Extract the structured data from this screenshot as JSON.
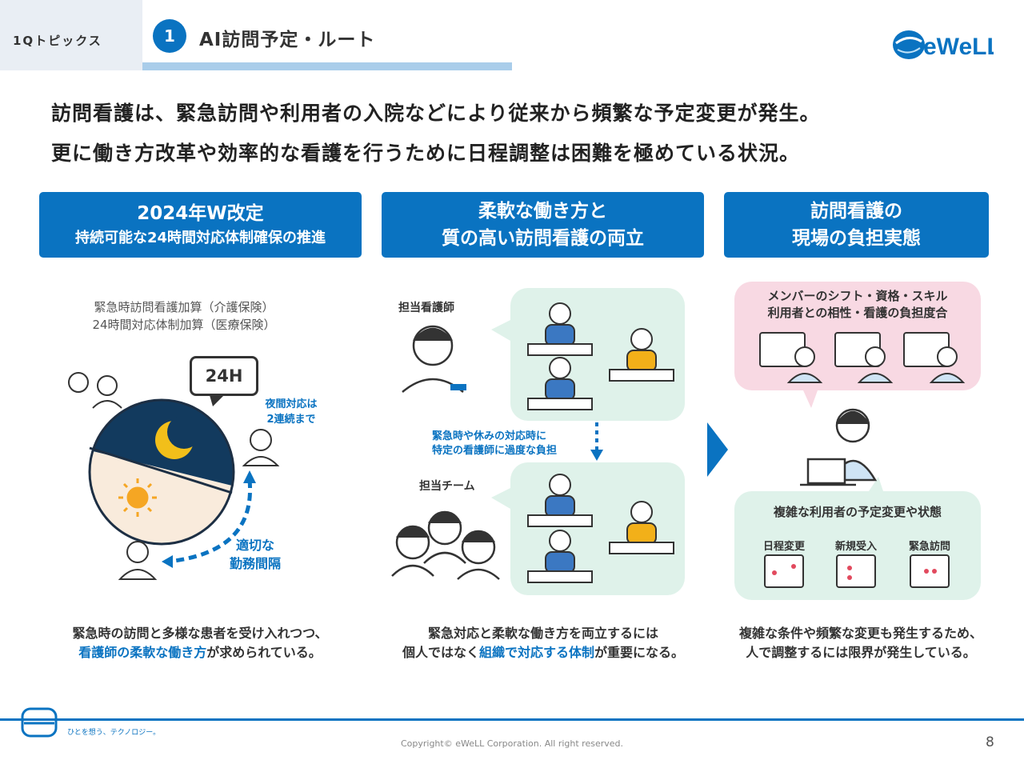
{
  "header": {
    "section_tab": "1Qトピックス",
    "topic_number": "1",
    "topic_title": "AI訪問予定・ルート",
    "logo_text": "eWeLL"
  },
  "lead": {
    "line1": "訪問看護は、緊急訪問や利用者の入院などにより従来から頻繁な予定変更が発生。",
    "line2": "更に働き方改革や効率的な看護を行うために日程調整は困難を極めている状況。"
  },
  "columns": [
    {
      "banner_line1": "2024年W改定",
      "banner_line2": "持続可能な24時間対応体制確保の推進",
      "note_line1": "緊急時訪問看護加算（介護保険）",
      "note_line2": "24時間対応体制加算（医療保険）",
      "bubble": "24H",
      "night_label_line1": "夜間対応は",
      "night_label_line2": "2連続まで",
      "interval_label_line1": "適切な",
      "interval_label_line2": "勤務間隔",
      "caption_line1": "緊急時の訪問と多様な患者を受け入れつつ、",
      "caption_highlight": "看護師の柔軟な働き方",
      "caption_rest": "が求められている。"
    },
    {
      "banner_line1": "柔軟な働き方と",
      "banner_line2": "質の高い訪問看護の両立",
      "nurse_label": "担当看護師",
      "team_label": "担当チーム",
      "arrow_label_line1": "緊急時や休みの対応時に",
      "arrow_label_line2": "特定の看護師に過度な負担",
      "caption_line1": "緊急対応と柔軟な働き方を両立するには",
      "caption_pre": "個人ではなく",
      "caption_highlight": "組織で対応する体制",
      "caption_rest": "が重要になる。"
    },
    {
      "banner_line1": "訪問看護の",
      "banner_line2": "現場の負担実態",
      "pink_line1": "メンバーのシフト・資格・スキル",
      "pink_line2": "利用者との相性・看護の負担度合",
      "green_title": "複雑な利用者の予定変更や状態",
      "calendar_labels": [
        "日程変更",
        "新規受入",
        "緊急訪問"
      ],
      "caption_line1": "複雑な条件や頻繁な変更も発生するため、",
      "caption_line2": "人で調整するには限界が発生している。"
    }
  ],
  "footer": {
    "tagline": "ひとを想う、テクノロジー。",
    "copyright": "Copyright© eWeLL Corporation. All right reserved.",
    "page_number": "8"
  },
  "colors": {
    "brand_blue": "#0a73c1",
    "light_blue_rule": "#a9cdea",
    "mint_panel": "#dff2ea",
    "pink_panel": "#f8d9e3",
    "night_navy": "#123a5e",
    "day_cream": "#f9ebdc",
    "moon_yellow": "#f2bf1a",
    "sun_orange": "#f5a623"
  },
  "icons": [
    "sun-icon",
    "moon-icon",
    "arrow-right-icon",
    "calendar-icon",
    "person-icon",
    "logo-icon"
  ]
}
